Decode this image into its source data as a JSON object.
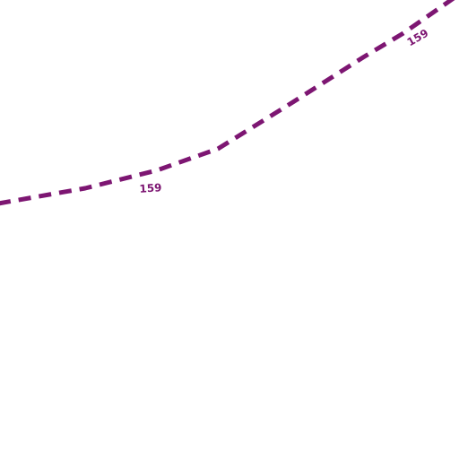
{
  "map": {
    "route": {
      "ref": "159",
      "color": "#7d1672",
      "style": "dashed",
      "labels": [
        "159",
        "159"
      ]
    }
  }
}
